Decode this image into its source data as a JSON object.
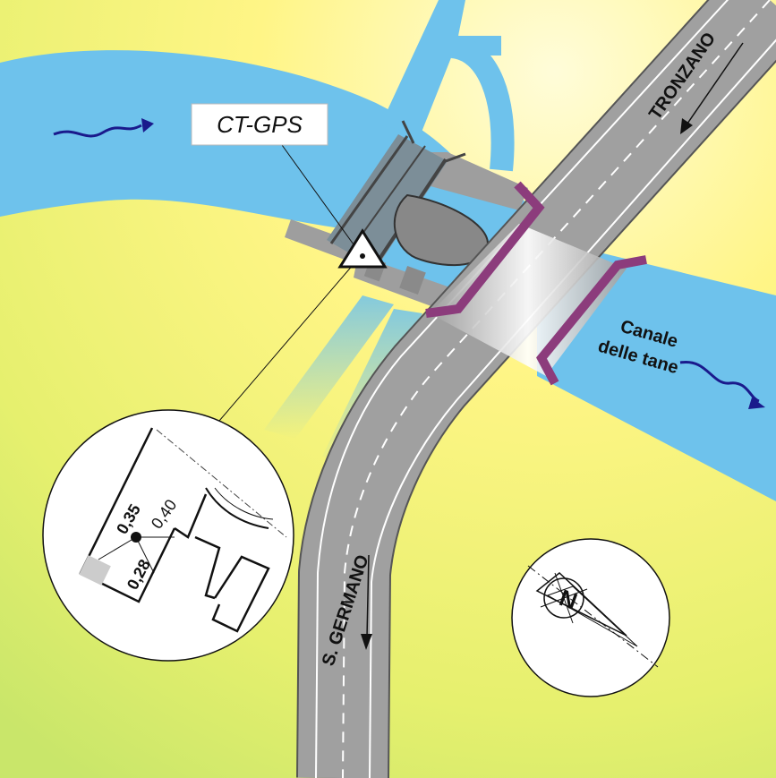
{
  "labels": {
    "station": "CT-GPS",
    "road_north": "TRONZANO",
    "road_south": "S. GERMANO",
    "canal_line1": "Canale",
    "canal_line2": "delle tane"
  },
  "inset": {
    "dim_a": "0,35",
    "dim_b": "0,40",
    "dim_c": "0,28"
  },
  "compass": {
    "letter": "N"
  },
  "colors": {
    "water": "#6EC2EC",
    "road": "#9E9E9E",
    "parapet": "#8C3C7C",
    "land_light": "#FFF79A",
    "land_green": "#D9EE6E",
    "arrow": "#1A1A8C"
  }
}
